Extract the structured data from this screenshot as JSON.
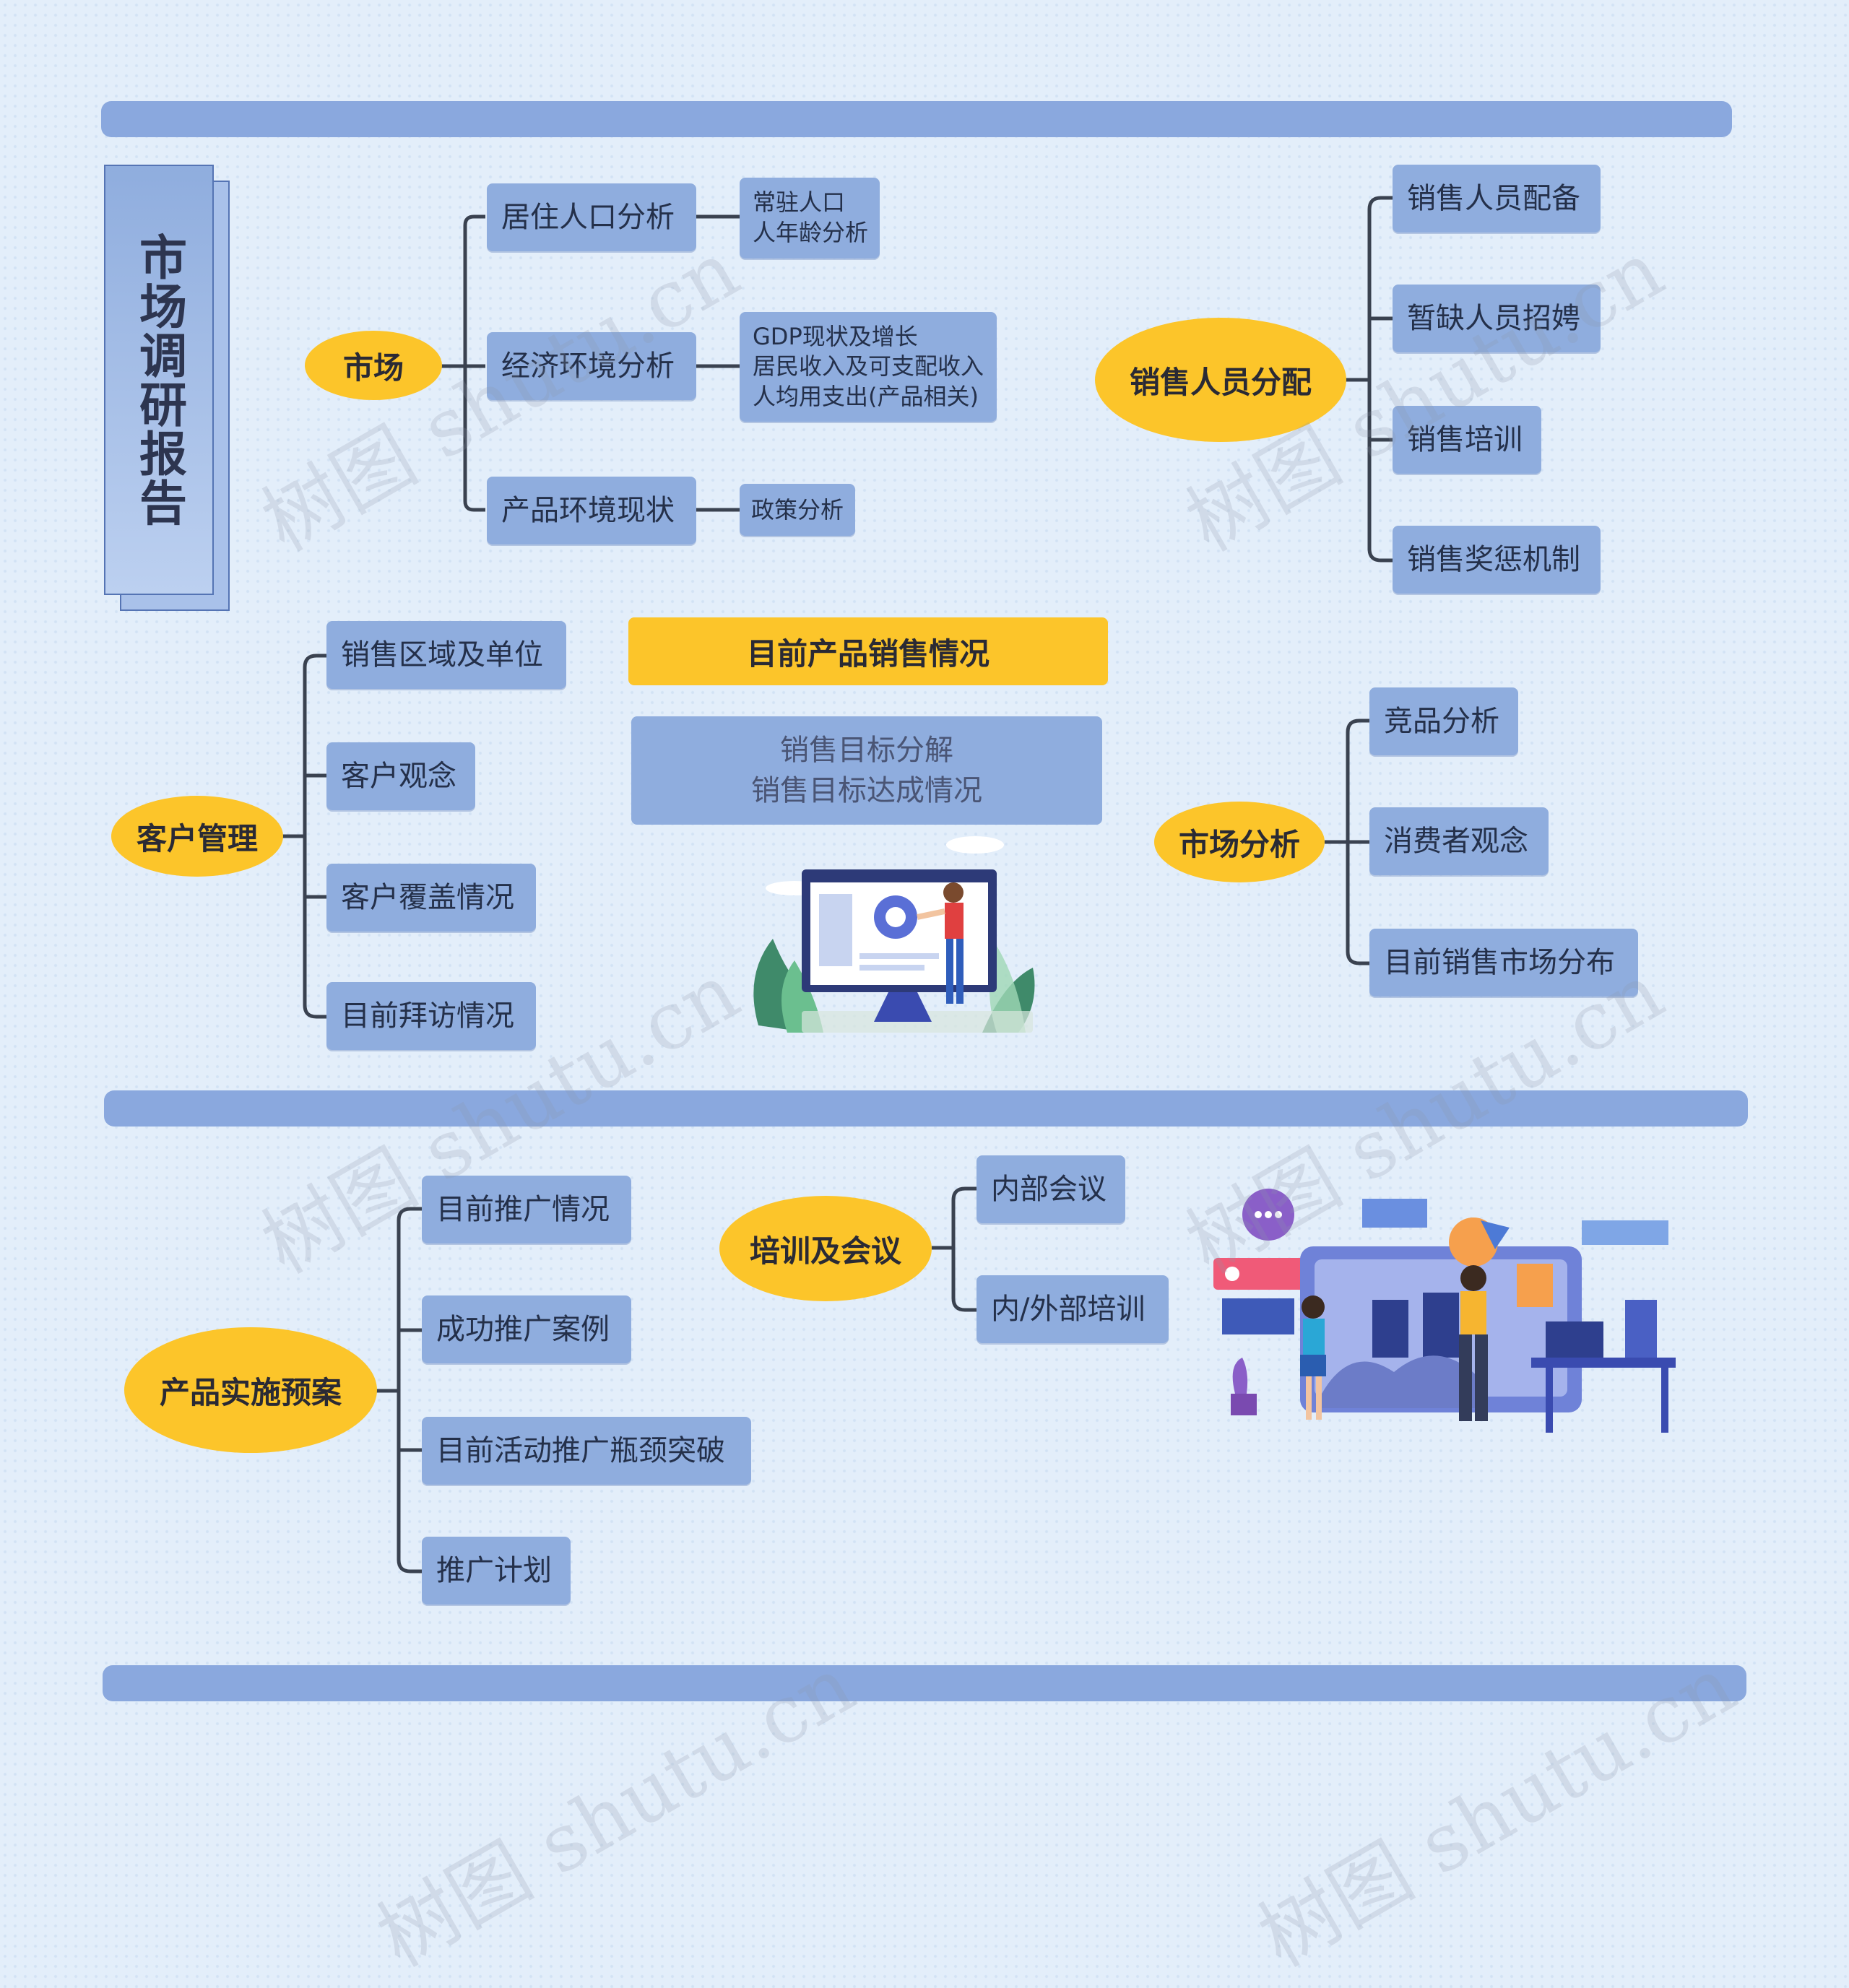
{
  "title": "市场调研报告",
  "watermark": "树图 shutu.cn",
  "market": {
    "label": "市场",
    "children": [
      {
        "label": "居住人口分析",
        "detail": [
          "常驻人口",
          "人年龄分析"
        ]
      },
      {
        "label": "经济环境分析",
        "detail": [
          "GDP现状及增长",
          "居民收入及可支配收入",
          "人均用支出(产品相关)"
        ]
      },
      {
        "label": "产品环境现状",
        "detail": [
          "政策分析"
        ]
      }
    ]
  },
  "sales_staff": {
    "label": "销售人员分配",
    "children": [
      "销售人员配备",
      "暂缺人员招娉",
      "销售培训",
      "销售奖惩机制"
    ]
  },
  "customer": {
    "label": "客户管理",
    "children": [
      "销售区域及单位",
      "客户观念",
      "客户覆盖情况",
      "目前拜访情况"
    ]
  },
  "current_sales": {
    "label": "目前产品销售情况",
    "detail": [
      "销售目标分解",
      "销售目标达成情况"
    ]
  },
  "market_analysis": {
    "label": "市场分析",
    "children": [
      "竞品分析",
      "消费者观念",
      "目前销售市场分布"
    ]
  },
  "product_plan": {
    "label": "产品实施预案",
    "children": [
      "目前推广情况",
      "成功推广案例",
      "目前活动推广瓶颈突破",
      "推广计划"
    ]
  },
  "training": {
    "label": "培训及会议",
    "children": [
      "内部会议",
      "内/外部培训"
    ]
  },
  "colors": {
    "accent": "#fcc52a",
    "node": "#8fadde",
    "bar": "#8aa8de",
    "line": "#3a4250",
    "background": "#e3eefa"
  }
}
